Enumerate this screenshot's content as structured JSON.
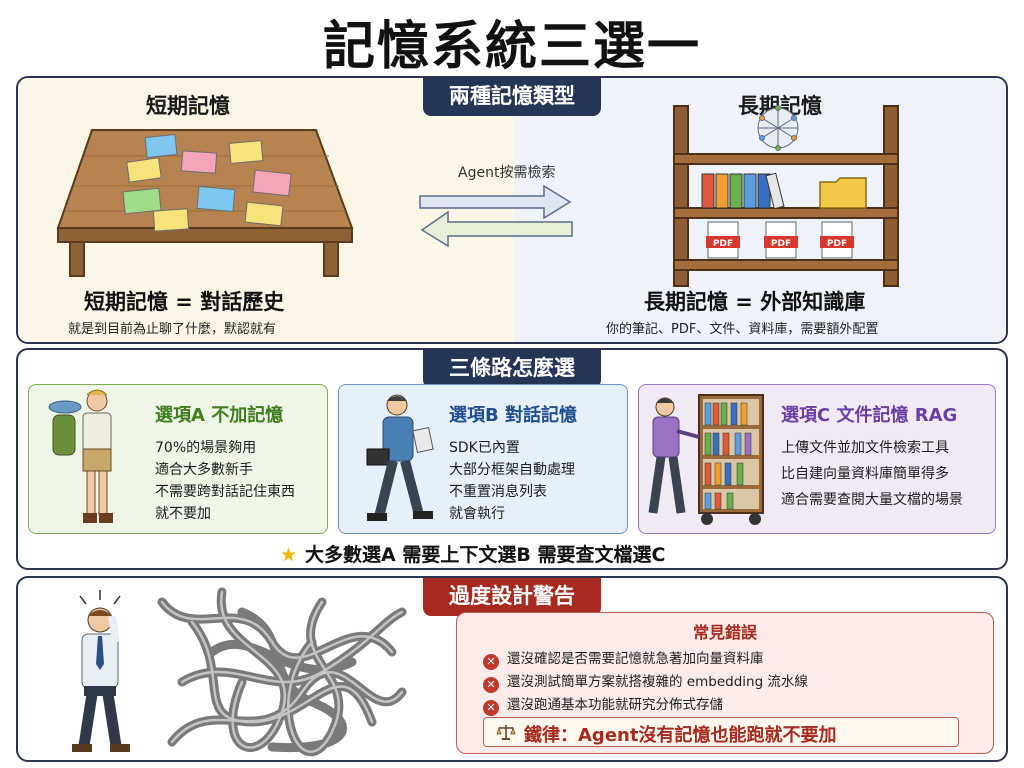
{
  "title": "記憶系統三選一",
  "section1": {
    "label": "兩種記憶類型",
    "short_term": {
      "heading": "短期記憶",
      "formula": "短期記憶 = 對話歷史",
      "desc": "就是到目前為止聊了什麼，默認就有"
    },
    "long_term": {
      "heading": "長期記憶",
      "formula": "長期記憶 = 外部知識庫",
      "desc": "你的筆記、PDF、文件、資料庫，需要額外配置",
      "pdf_label": "PDF"
    },
    "arrow_caption": "Agent按需檢索"
  },
  "section2": {
    "label": "三條路怎麼選",
    "option_a": {
      "title": "選項A 不加記憶",
      "lines": [
        "70%的場景夠用",
        "適合大多數新手",
        "不需要跨對話記住東西",
        "就不要加"
      ]
    },
    "option_b": {
      "title": "選項B 對話記憶",
      "lines": [
        "SDK已內置",
        "大部分框架自動處理",
        "不重置消息列表",
        "就會執行"
      ]
    },
    "option_c": {
      "title": "選項C 文件記憶 RAG",
      "lines": [
        "上傳文件並加文件檢索工具",
        "比自建向量資料庫簡單得多",
        "適合需要查閱大量文檔的場景"
      ]
    },
    "summary": "大多數選A 需要上下文選B 需要查文檔選C"
  },
  "section3": {
    "label": "過度設計警告",
    "mistakes_title": "常見錯誤",
    "mistakes": [
      "還沒確認是否需要記憶就急著加向量資料庫",
      "還沒測試簡單方案就搭複雜的 embedding 流水線",
      "還沒跑通基本功能就研究分佈式存儲"
    ],
    "rule": "鐵律：Agent沒有記憶也能跑就不要加"
  },
  "colors": {
    "navy": "#243556",
    "red": "#a62a1f",
    "green": "#3f7d1e",
    "blue": "#1f4f8f",
    "purple": "#6b3fa0"
  }
}
